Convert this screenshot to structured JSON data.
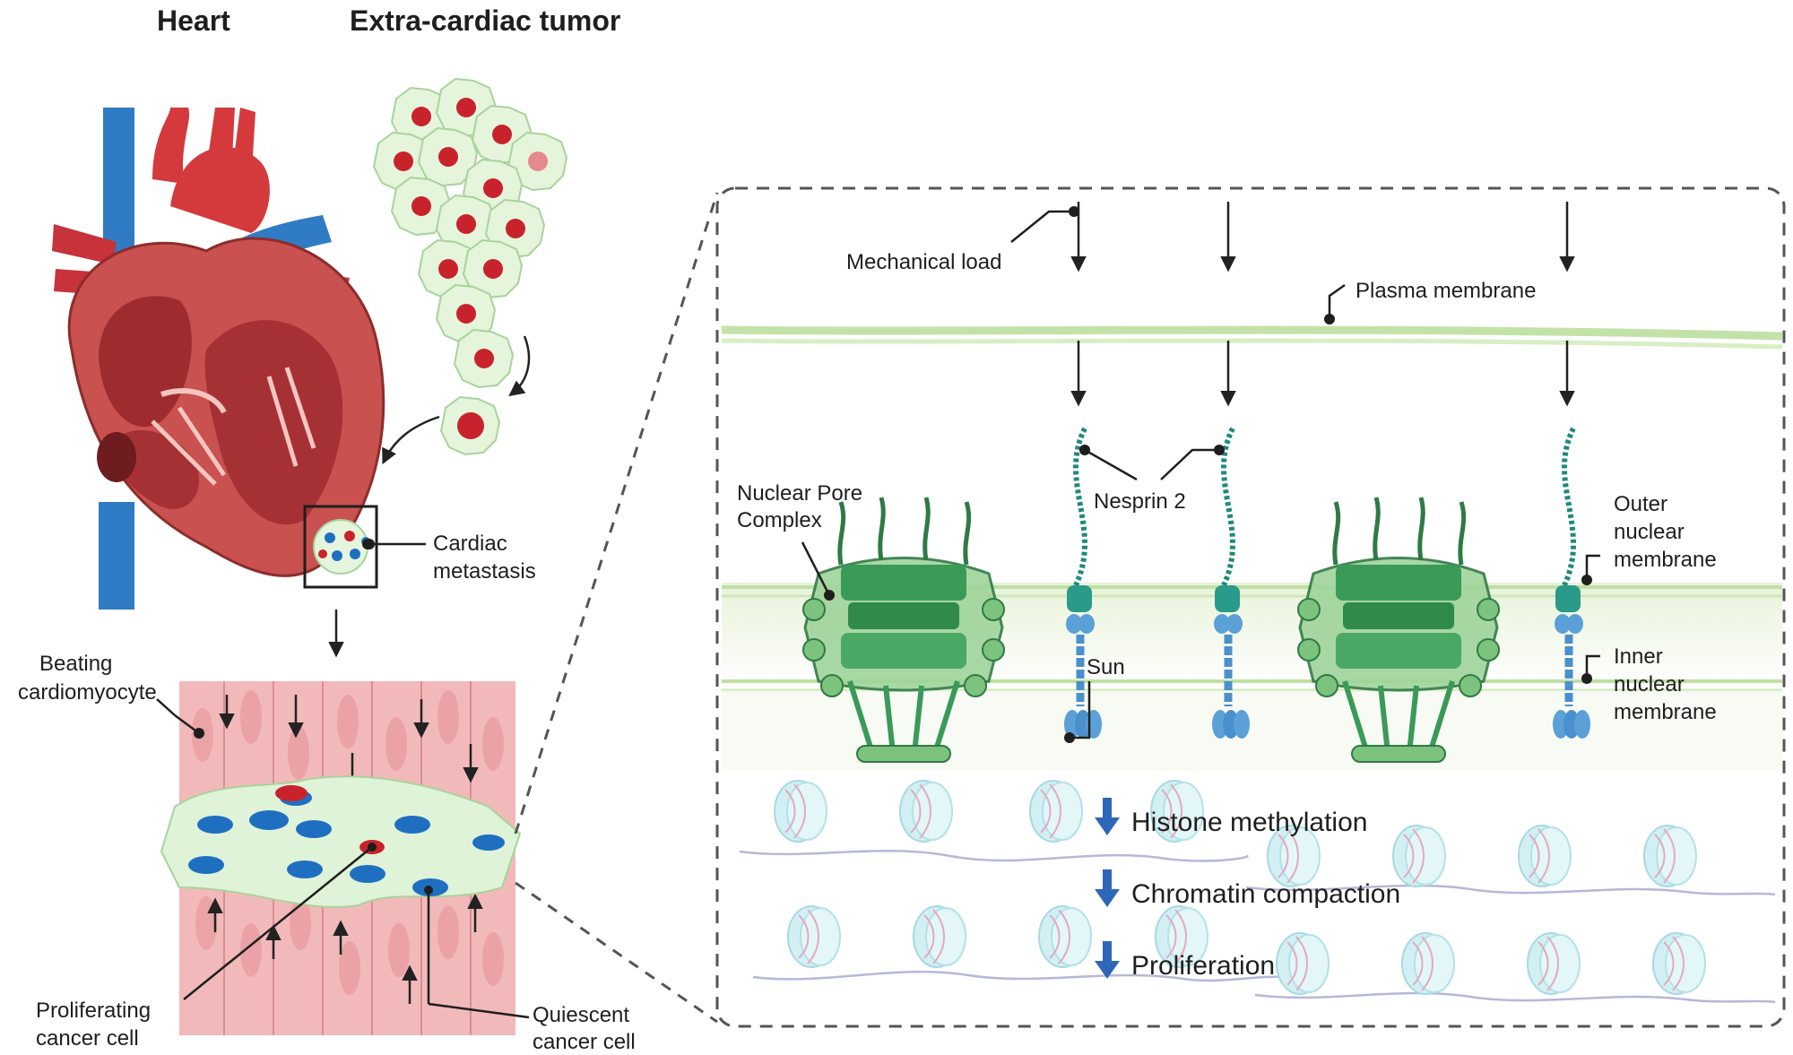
{
  "titles": {
    "heart": "Heart",
    "tumor": "Extra-cardiac tumor"
  },
  "labels": {
    "cardiac_metastasis_1": "Cardiac",
    "cardiac_metastasis_2": "metastasis",
    "beating_cardiomyocyte_1": "Beating",
    "beating_cardiomyocyte_2": "cardiomyocyte",
    "proliferating_cancer_cell_1": "Proliferating",
    "proliferating_cancer_cell_2": "cancer cell",
    "quiescent_cancer_cell_1": "Quiescent",
    "quiescent_cancer_cell_2": "cancer cell",
    "mechanical_load": "Mechanical load",
    "plasma_membrane": "Plasma membrane",
    "nuclear_pore_complex_1": "Nuclear Pore",
    "nuclear_pore_complex_2": "Complex",
    "nesprin_2": "Nesprin 2",
    "sun": "Sun",
    "outer_nuclear_membrane_1": "Outer",
    "outer_nuclear_membrane_2": "nuclear",
    "outer_nuclear_membrane_3": "membrane",
    "inner_nuclear_membrane_1": "Inner",
    "inner_nuclear_membrane_2": "nuclear",
    "inner_nuclear_membrane_3": "membrane"
  },
  "effects": [
    {
      "label": "Histone methylation",
      "direction": "down"
    },
    {
      "label": "Chromatin compaction",
      "direction": "down"
    },
    {
      "label": "Proliferation",
      "direction": "down"
    }
  ],
  "colors": {
    "artery": "#d43a3c",
    "vein": "#2f7bc4",
    "myocardium": "#c9514f",
    "cardiomyocyte": "#f2b9bb",
    "cancer_cell": "#dff3d8",
    "nucleus_proliferating": "#c8232c",
    "nucleus_quiescent": "#1f6fc1",
    "npc_green": "#3a9a58",
    "nesprin": "#2a9a8a",
    "sun": "#5ba0d6",
    "nucleosome": "#cfeef2",
    "effect_arrow": "#2e66b8"
  }
}
